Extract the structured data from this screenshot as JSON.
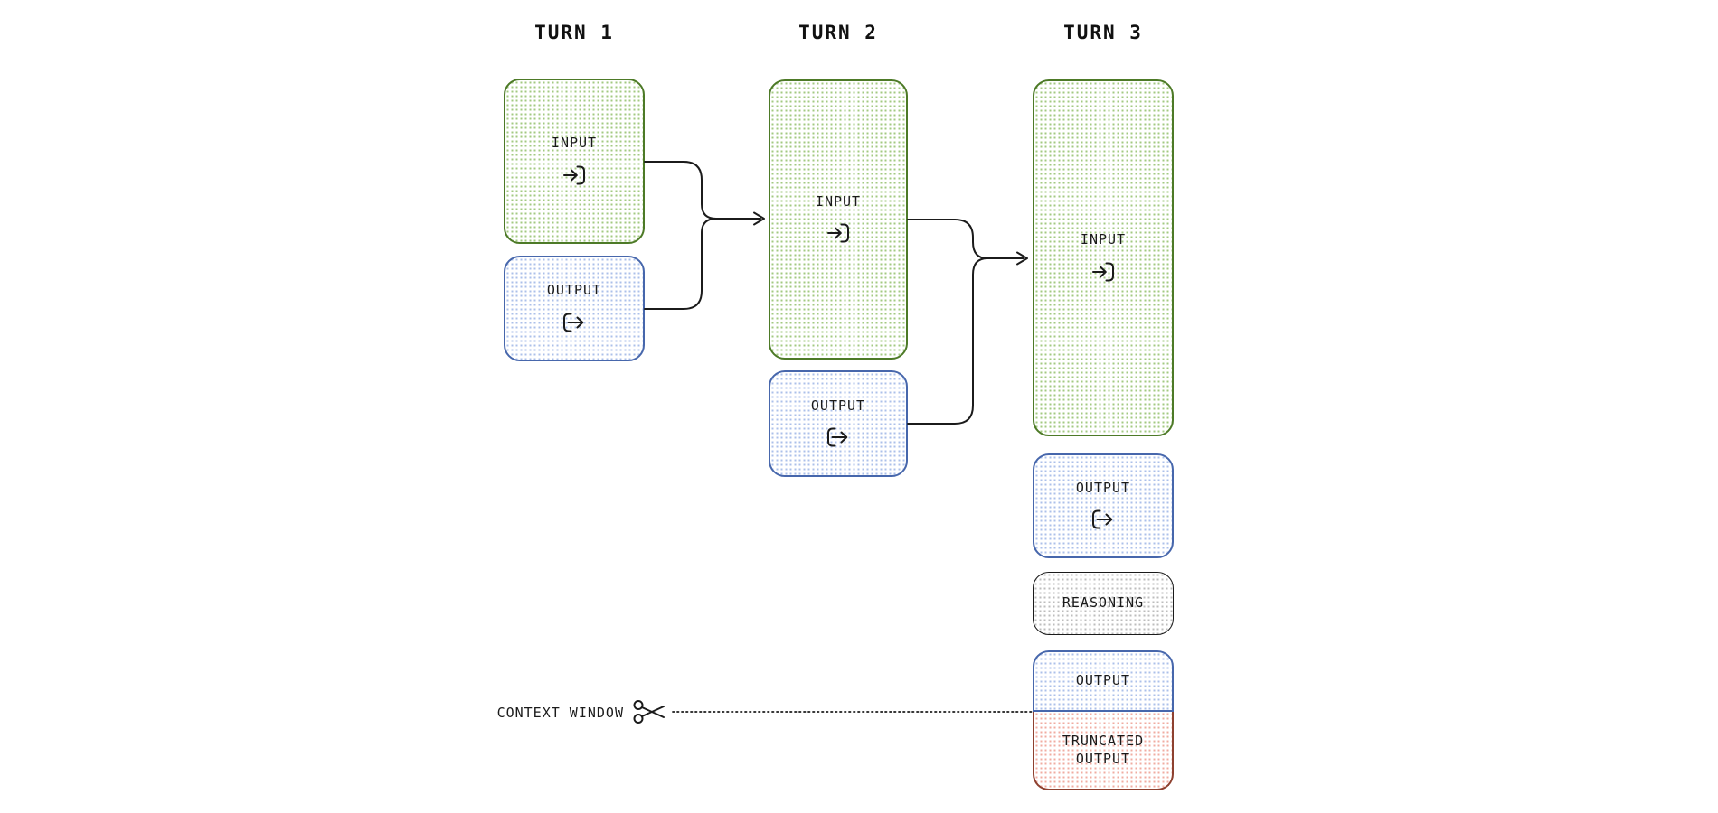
{
  "turns": [
    {
      "title": "TURN 1",
      "input": {
        "label": "INPUT",
        "icon": "arrow-into-bracket"
      },
      "output": {
        "label": "OUTPUT",
        "icon": "arrow-out-of-bracket"
      }
    },
    {
      "title": "TURN 2",
      "input": {
        "label": "INPUT",
        "icon": "arrow-into-bracket"
      },
      "output": {
        "label": "OUTPUT",
        "icon": "arrow-out-of-bracket"
      }
    },
    {
      "title": "TURN 3",
      "input": {
        "label": "INPUT",
        "icon": "arrow-into-bracket"
      },
      "output": {
        "label": "OUTPUT",
        "icon": "arrow-out-of-bracket"
      },
      "reasoning": {
        "label": "REASONING"
      },
      "truncated": {
        "kept_label": "OUTPUT",
        "cut_label": "TRUNCATED OUTPUT"
      }
    }
  ],
  "context_window": {
    "label": "CONTEXT WINDOW",
    "icon": "scissors"
  },
  "colors": {
    "input_border": "#4d7a27",
    "input_dots": "#a3c982",
    "output_border": "#4767ac",
    "output_dots": "#acc0ea",
    "reasoning_border": "#1b1b1b",
    "reasoning_dots": "#bdbdbd",
    "truncated_border": "#8e4130",
    "truncated_dots": "#f0aca2",
    "connector": "#1b1b1b",
    "text": "#1b1b1b"
  }
}
